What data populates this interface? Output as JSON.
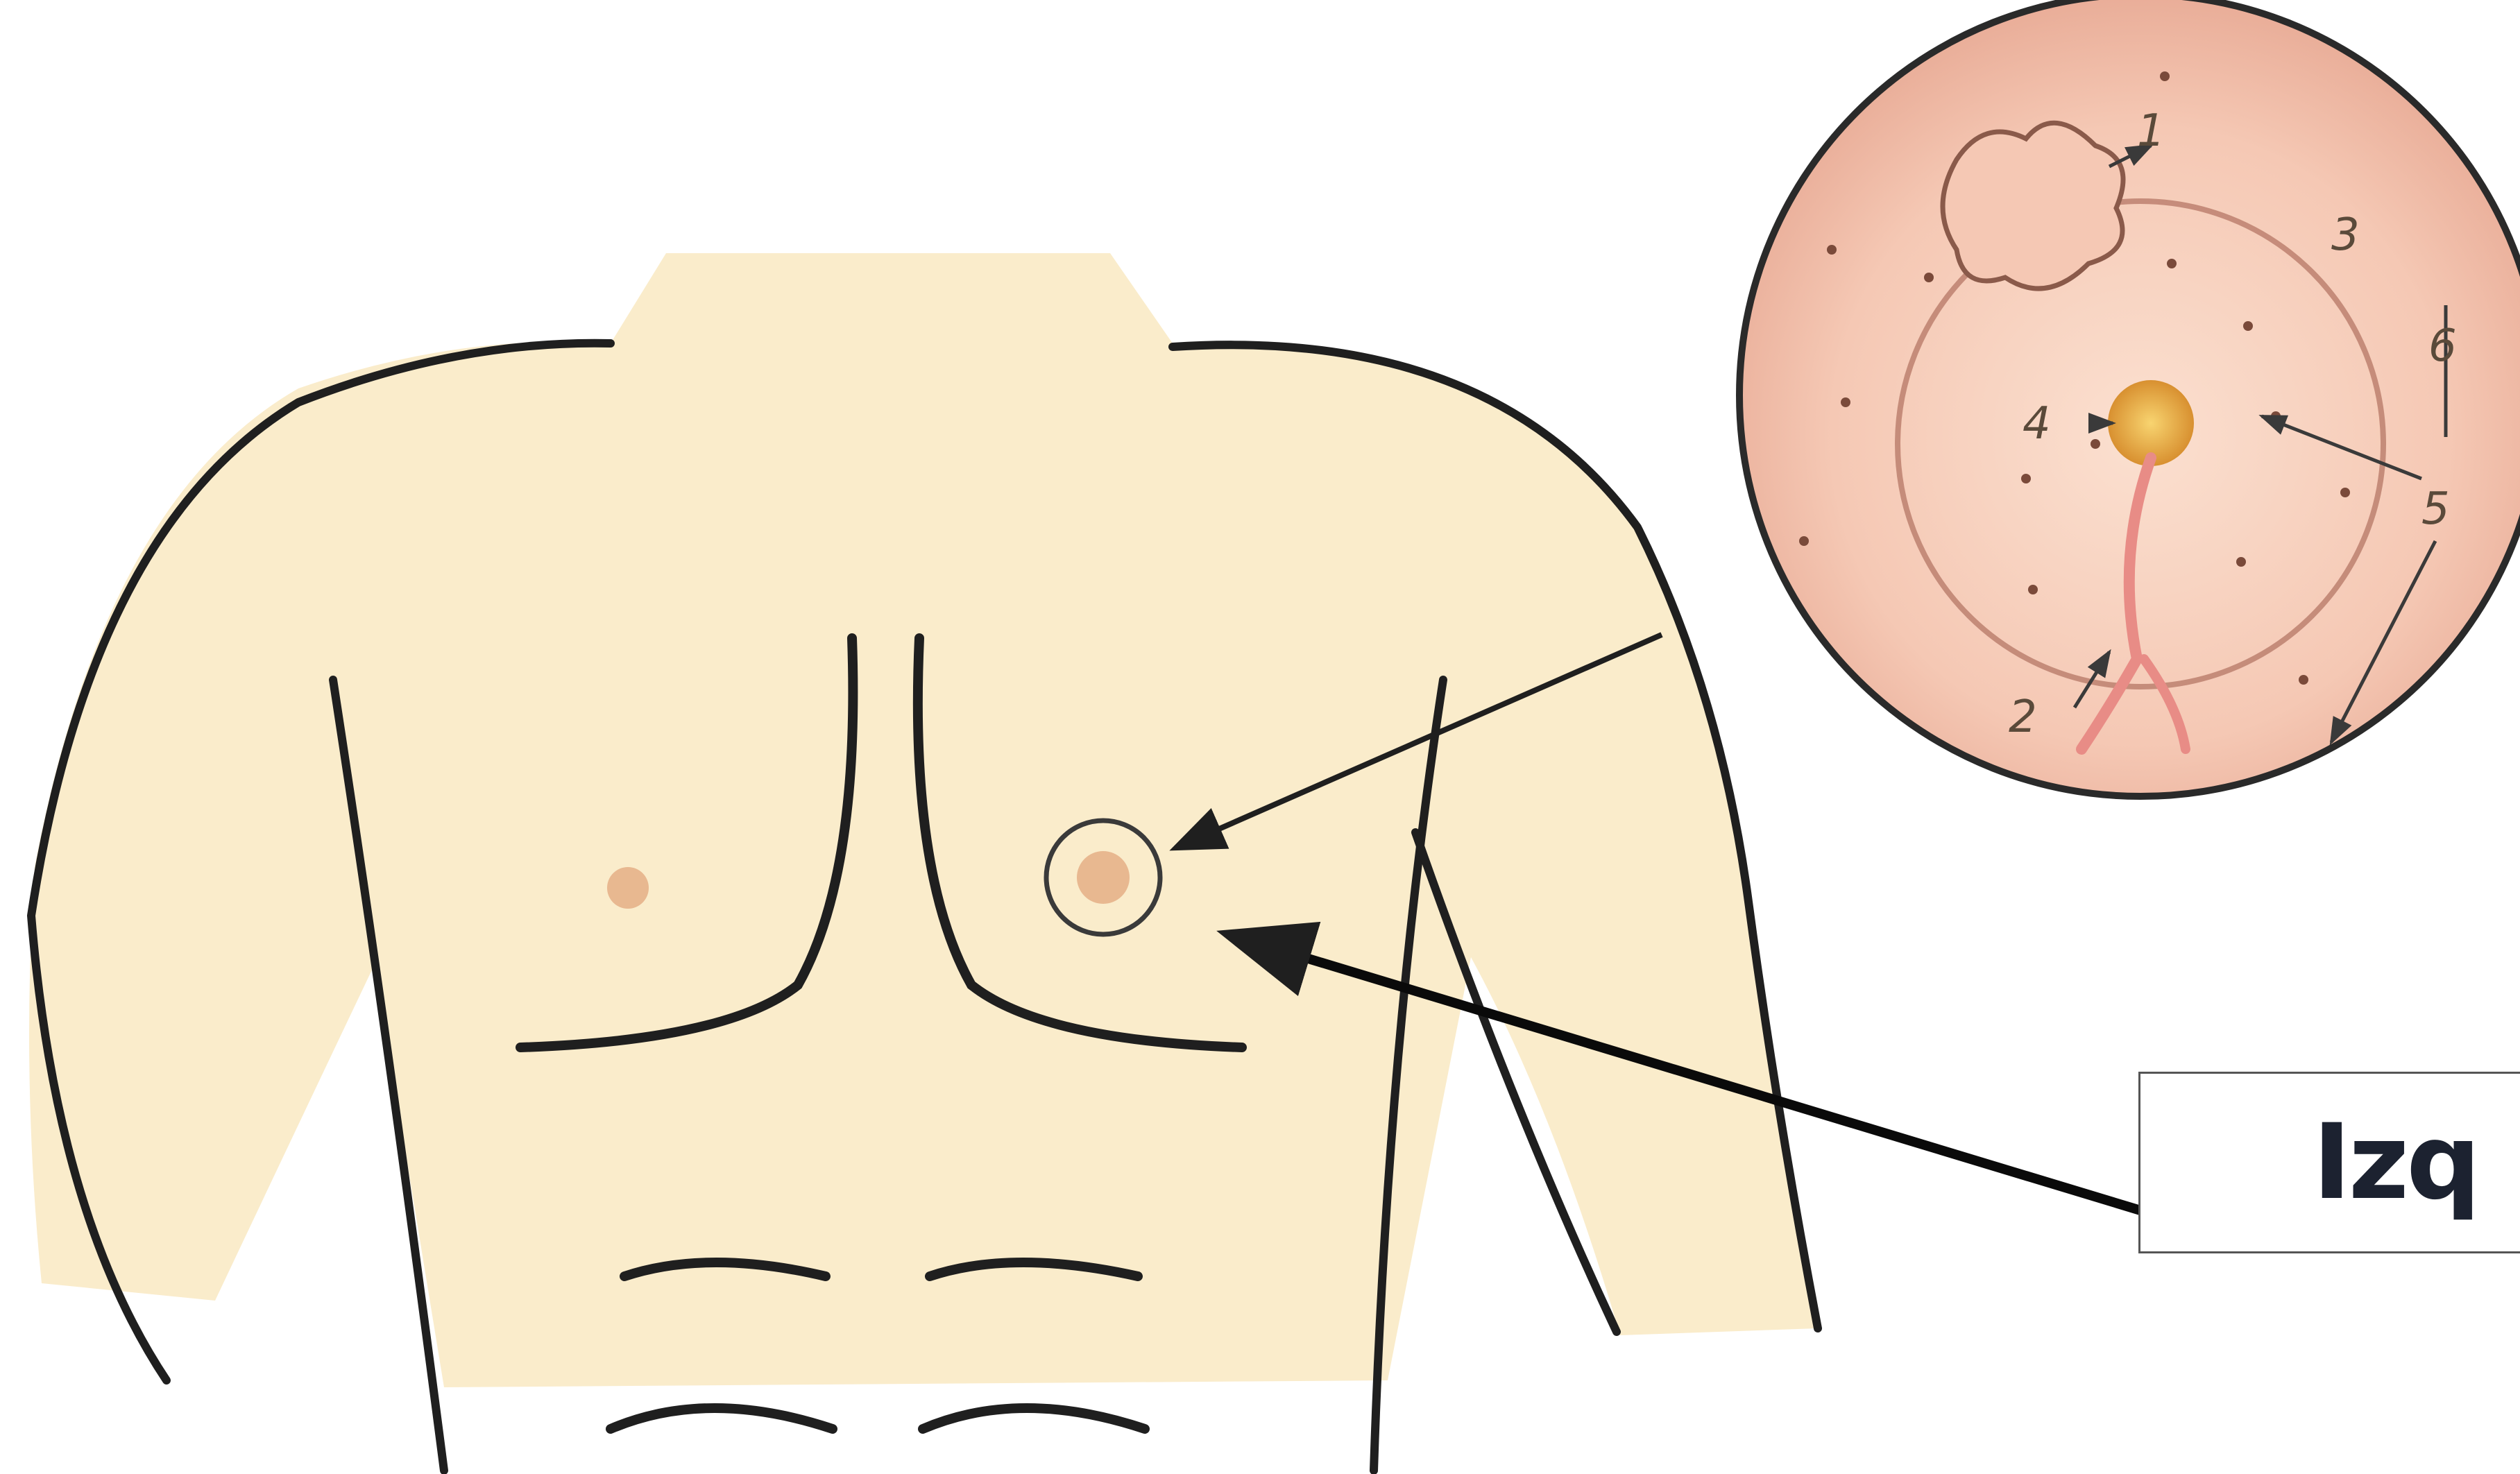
{
  "figure": {
    "side_label": "Izq",
    "callout_numbers": [
      "1",
      "2",
      "3",
      "4",
      "5",
      "6"
    ],
    "colors": {
      "skin": "#faeccb",
      "outline": "#1f1f1f",
      "areola": "#f2c8b0",
      "nipple": "#e0a040",
      "vessel": "#e88c86",
      "label_text": "#1c2230"
    }
  }
}
